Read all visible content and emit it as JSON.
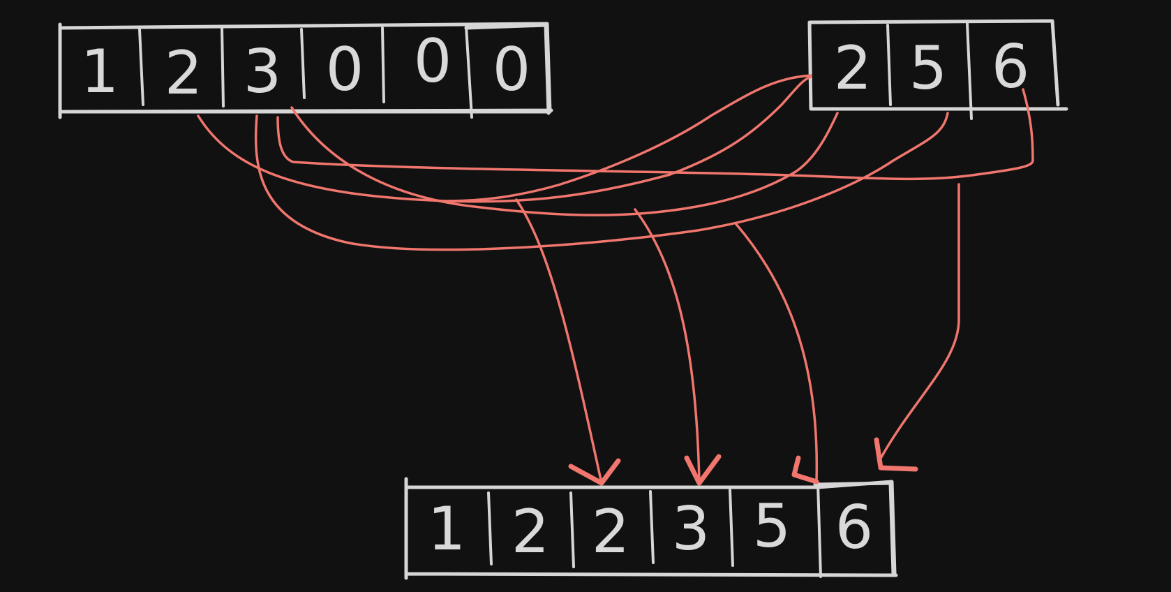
{
  "colors": {
    "background": "#111111",
    "chalk": "#d6d6d6",
    "arrow": "#f0766e"
  },
  "arrays": {
    "nums1": {
      "cells": [
        "1",
        "2",
        "3",
        "0",
        "0",
        "0"
      ]
    },
    "nums2": {
      "cells": [
        "2",
        "5",
        "6"
      ]
    },
    "merged": {
      "cells": [
        "1",
        "2",
        "2",
        "3",
        "5",
        "6"
      ]
    }
  }
}
